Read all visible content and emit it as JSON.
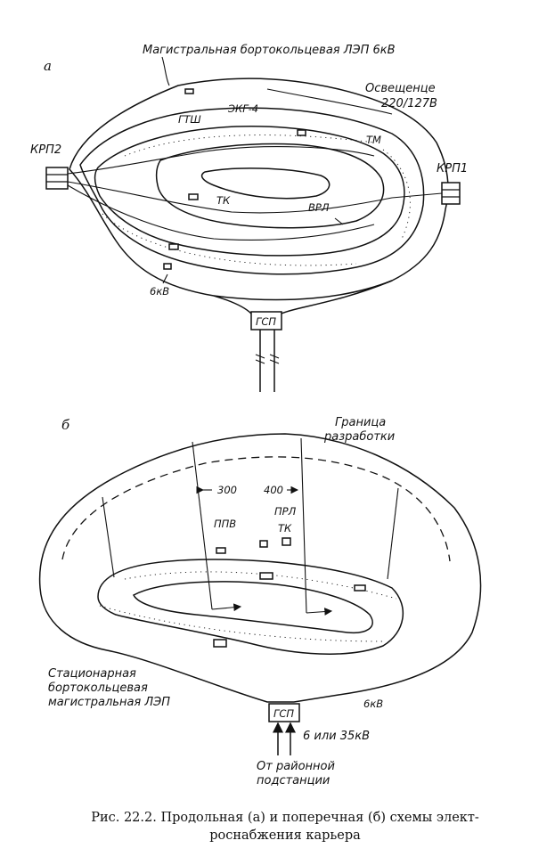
{
  "diagram_a": {
    "panel_label": "а",
    "title": "Магистральная бортокольцевая ЛЭП 6кВ",
    "lighting": "Освещенце",
    "lighting_voltage": "220/127В",
    "krp2": "КРП2",
    "krp1": "КРП1",
    "gtsh": "ГТШ",
    "ekg": "ЭКГ-4",
    "tm": "ТМ",
    "tk": "ТК",
    "vrl": "ВРЛ",
    "kv6": "6кВ",
    "gsp": "ГСП"
  },
  "diagram_b": {
    "panel_label": "б",
    "boundary_line1": "Граница",
    "boundary_line2": "разработки",
    "d300": "300",
    "d400": "400",
    "ppv": "ППВ",
    "prl": "ПРЛ",
    "tk": "ТК",
    "stationary_1": "Стационарная",
    "stationary_2": "бортокольцевая",
    "stationary_3": "магистральная ЛЭП",
    "kv6": "6кВ",
    "gsp": "ГСП",
    "voltage": "6 или 35кВ",
    "from_1": "От районной",
    "from_2": "подстанции"
  },
  "caption": {
    "line1": "Рис. 22.2. Продольная (а) и поперечная (б) схемы элект-",
    "line2": "роснабжения карьера"
  }
}
